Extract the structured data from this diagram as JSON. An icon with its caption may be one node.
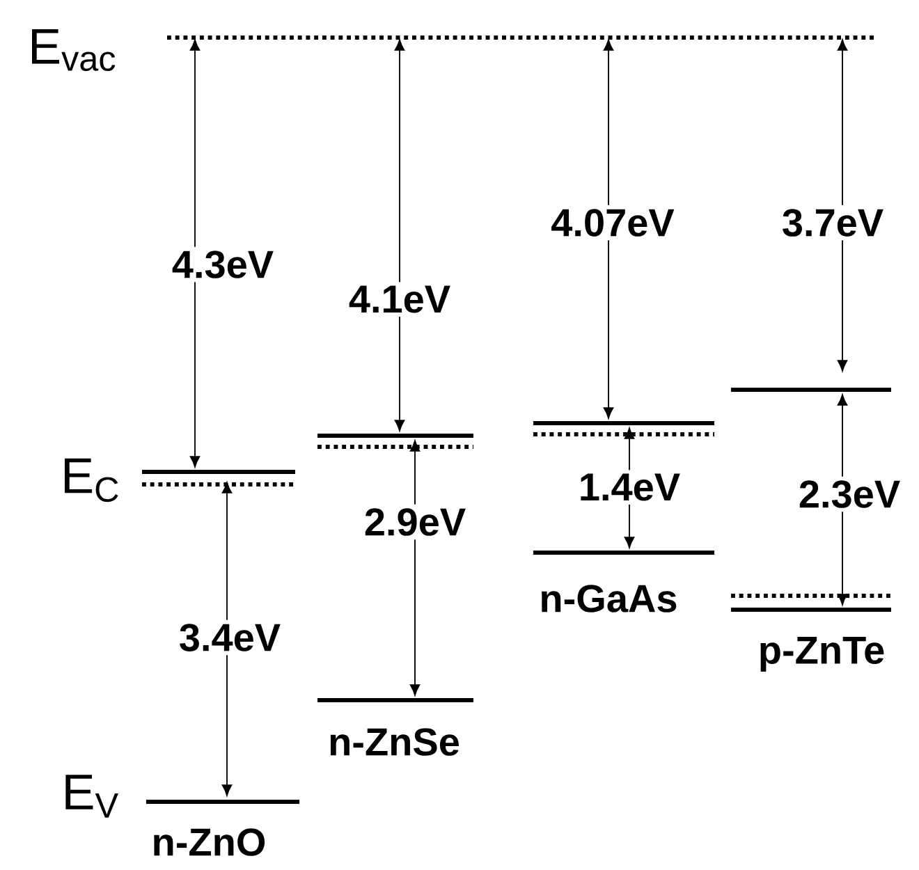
{
  "diagram": {
    "labels": [
      "E$_{vac}$",
      "4.3eV",
      "4.1eV",
      "4.07eV",
      "3.7eV",
      "E$_{C}$",
      "1.4eV",
      "2.9eV",
      "2.3eV",
      "3.4eV",
      "n-GaAs",
      "p-ZnTe",
      "n-ZnSe",
      "E$_{V}$",
      "n-ZnO"
    ]
  }
}
